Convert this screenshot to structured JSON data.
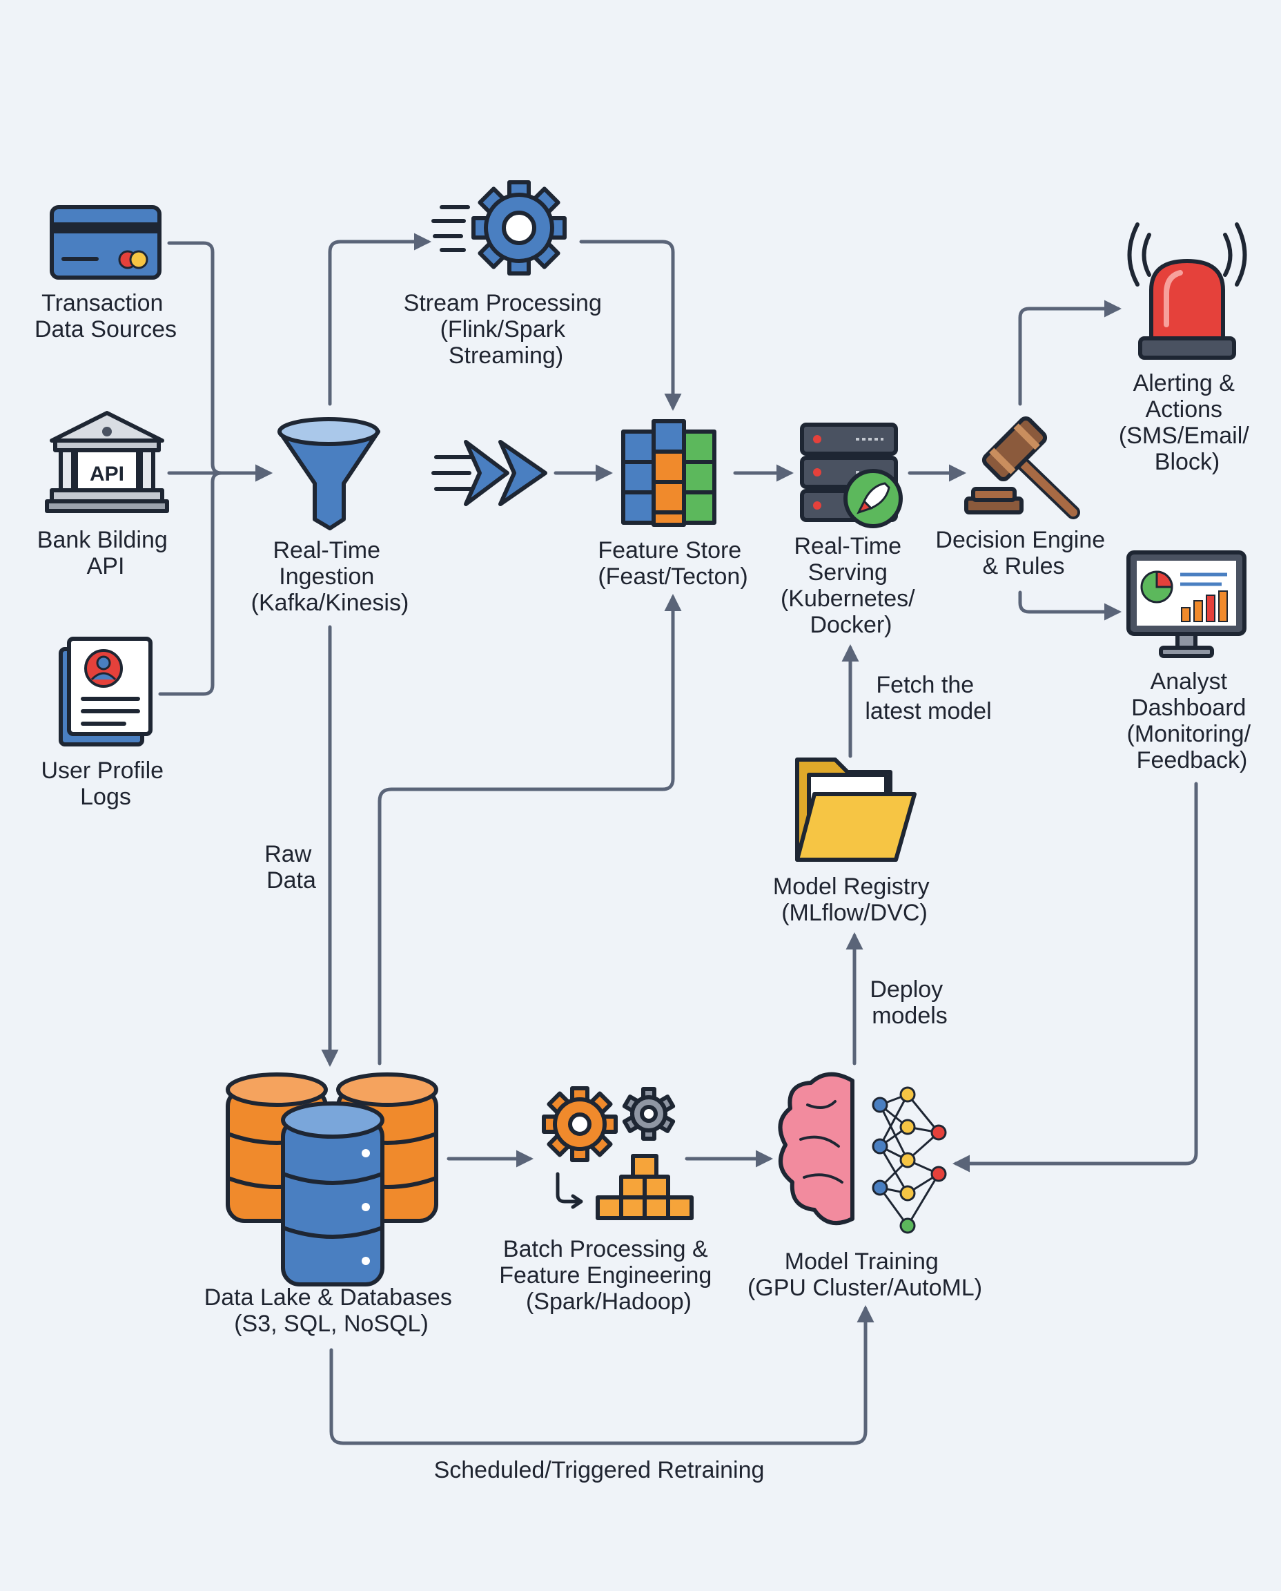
{
  "nodes": {
    "transaction_sources": {
      "lines": [
        "Transaction",
        "Data Sources"
      ]
    },
    "bank_api": {
      "lines": [
        "Bank Bilding",
        "API"
      ],
      "icon_text": "API"
    },
    "user_profile": {
      "lines": [
        "User Profile",
        "Logs"
      ]
    },
    "stream_processing": {
      "lines": [
        "Stream Processing",
        "(Flink/Spark",
        "Streaming)"
      ]
    },
    "ingestion": {
      "lines": [
        "Real-Time",
        "Ingestion",
        "(Kafka/Kinesis)"
      ]
    },
    "feature_store": {
      "lines": [
        "Feature Store",
        "(Feast/Tecton)"
      ]
    },
    "serving": {
      "lines": [
        "Real-Time",
        "Serving",
        "(Kubernetes/",
        "Docker)"
      ]
    },
    "decision_engine": {
      "lines": [
        "Decision Engine",
        "& Rules"
      ]
    },
    "alerting": {
      "lines": [
        "Alerting &",
        "Actions",
        "(SMS/Email/",
        "Block)"
      ]
    },
    "dashboard": {
      "lines": [
        "Analyst",
        "Dashboard",
        "(Monitoring/",
        "Feedback)"
      ]
    },
    "model_registry": {
      "lines": [
        "Model Registry",
        "(MLflow/DVC)"
      ]
    },
    "data_lake": {
      "lines": [
        "Data Lake & Databases",
        "(S3, SQL, NoSQL)"
      ]
    },
    "batch_processing": {
      "lines": [
        "Batch Processing &",
        "Feature Engineering",
        "(Spark/Hadoop)"
      ]
    },
    "model_training": {
      "lines": [
        "Model Training",
        "(GPU Cluster/AutoML)"
      ]
    }
  },
  "edge_labels": {
    "raw_data": [
      "Raw",
      "Data"
    ],
    "fetch_model": [
      "Fetch the",
      "latest model"
    ],
    "deploy_models": [
      "Deploy",
      "models"
    ],
    "retraining": [
      "Scheduled/Triggered Retraining"
    ]
  },
  "colors": {
    "background": "#eff3f8",
    "connector": "#5a6478",
    "outline": "#1e2633",
    "blue": "#4a7fc1",
    "orange": "#f08a2c",
    "green": "#5cb85c",
    "red": "#e5413b",
    "yellow": "#f6c544",
    "pink": "#f28b9e",
    "gray": "#8f96a3"
  },
  "icons": [
    "credit-card-icon",
    "bank-api-icon",
    "user-profile-document-icon",
    "gear-icon",
    "funnel-icon",
    "fast-forward-icon",
    "cubes-icon",
    "server-rocket-icon",
    "gavel-icon",
    "alarm-siren-icon",
    "monitor-chart-icon",
    "folder-icon",
    "database-icon",
    "gears-blocks-icon",
    "brain-network-icon"
  ]
}
